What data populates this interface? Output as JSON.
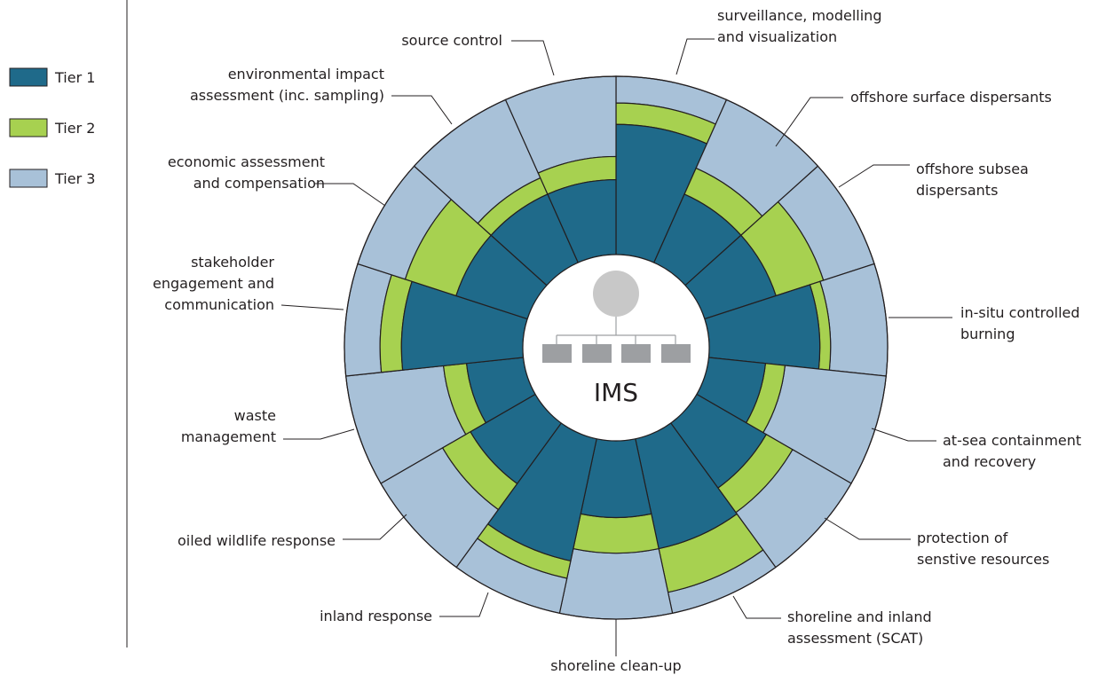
{
  "colors": {
    "tier1": "#1f6a8a",
    "tier2": "#a7d150",
    "tier3": "#a8c1d8",
    "outline": "#231f20",
    "org_chart": "#9d9fa2",
    "org_chart_head": "#c8c8c8"
  },
  "legend": [
    {
      "label": "Tier 1",
      "color": "#1f6a8a"
    },
    {
      "label": "Tier 2",
      "color": "#a7d150"
    },
    {
      "label": "Tier 3",
      "color": "#a8c1d8"
    }
  ],
  "center": {
    "label": "IMS",
    "icon": "org-chart-icon"
  },
  "segments": [
    {
      "lines": [
        "surveillance, modelling",
        " and visualization"
      ],
      "tier1": 0.73,
      "tier2": 0.85
    },
    {
      "lines": [
        "offshore surface dispersants"
      ],
      "tier1": 0.42,
      "tier2": 0.58
    },
    {
      "lines": [
        "offshore subsea",
        "dispersants"
      ],
      "tier1": 0.42,
      "tier2": 0.7
    },
    {
      "lines": [
        "in-situ controlled",
        "burning"
      ],
      "tier1": 0.62,
      "tier2": 0.68
    },
    {
      "lines": [
        "at-sea containment",
        "and recovery"
      ],
      "tier1": 0.32,
      "tier2": 0.43
    },
    {
      "lines": [
        "protection of",
        "senstive resources"
      ],
      "tier1": 0.45,
      "tier2": 0.62
    },
    {
      "lines": [
        "shoreline and inland",
        "assessment (SCAT)"
      ],
      "tier1": 0.63,
      "tier2": 0.88
    },
    {
      "lines": [
        "shoreline clean-up"
      ],
      "tier1": 0.43,
      "tier2": 0.63
    },
    {
      "lines": [
        "inland response"
      ],
      "tier1": 0.7,
      "tier2": 0.8
    },
    {
      "lines": [
        "oiled wildlife response"
      ],
      "tier1": 0.42,
      "tier2": 0.6
    },
    {
      "lines": [
        "waste management"
      ],
      "tier1": 0.32,
      "tier2": 0.45
    },
    {
      "lines": [
        "stakeholder",
        "engagement and",
        "communication"
      ],
      "tier1": 0.68,
      "tier2": 0.8
    },
    {
      "lines": [
        "economic assessment",
        "and compensation"
      ],
      "tier1": 0.42,
      "tier2": 0.72
    },
    {
      "lines": [
        "environmental impact",
        "assessment (inc. sampling)"
      ],
      "tier1": 0.42,
      "tier2": 0.52
    },
    {
      "lines": [
        "source control"
      ],
      "tier1": 0.42,
      "tier2": 0.55
    }
  ],
  "labels_multiline": [
    [
      "surveillance, modelling",
      " and visualization"
    ],
    [
      "offshore surface dispersants"
    ],
    [
      "offshore subsea",
      "dispersants"
    ],
    [
      "in-situ controlled",
      "burning"
    ],
    [
      "at-sea containment",
      "and recovery"
    ],
    [
      "protection of",
      "senstive resources"
    ],
    [
      "shoreline and inland",
      "assessment (SCAT)"
    ],
    [
      "shoreline clean-up"
    ],
    [
      "inland response"
    ],
    [
      "oiled wildlife response"
    ],
    [
      "waste",
      "management"
    ],
    [
      "stakeholder",
      "engagement and",
      "communication"
    ],
    [
      "economic assessment",
      "and compensation"
    ],
    [
      "environmental impact",
      "assessment (inc. sampling)"
    ],
    [
      "source control"
    ]
  ]
}
